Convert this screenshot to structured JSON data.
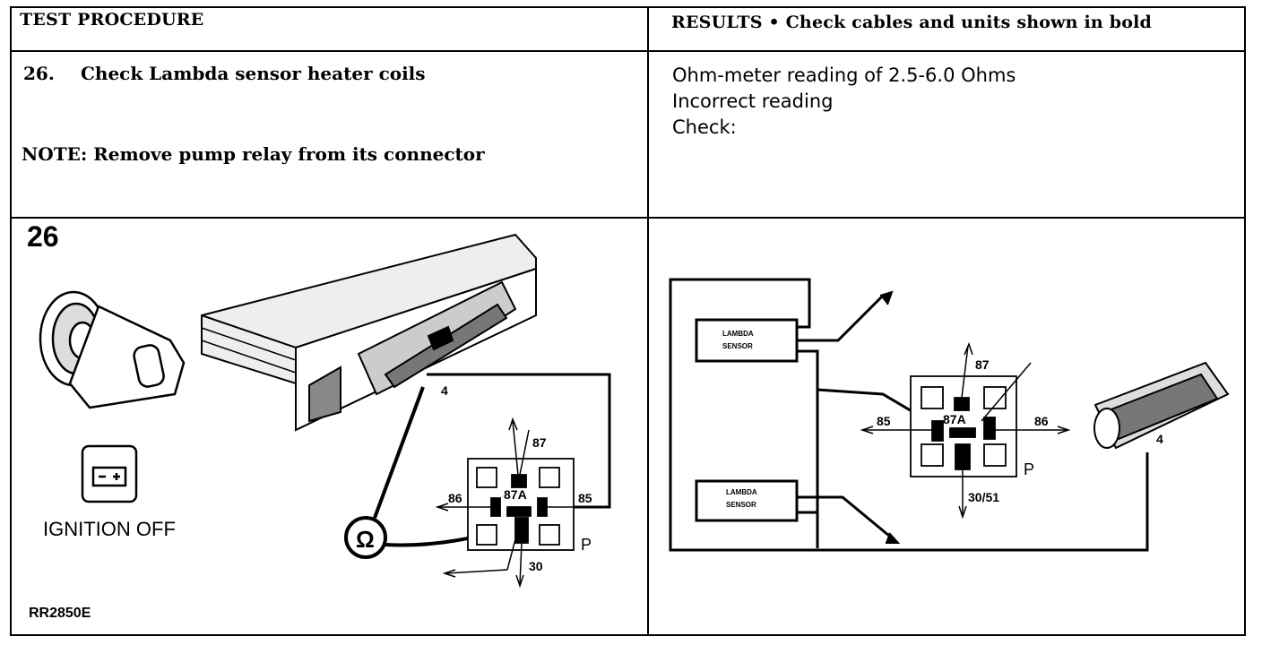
{
  "header": {
    "left": "TEST PROCEDURE",
    "right": "RESULTS • Check cables and units shown in bold"
  },
  "step": {
    "number": "26.",
    "title": "Check Lambda sensor heater coils",
    "note": "NOTE: Remove pump relay from its connector"
  },
  "results": {
    "lines": [
      "Ohm-meter reading of 2.5-6.0 Ohms",
      "Incorrect reading",
      "Check:"
    ]
  },
  "left_figure": {
    "number": "26",
    "ignition_label": "IGNITION OFF",
    "figure_code": "RR2850E",
    "pin_label": "4",
    "ohm_symbol": "Ω",
    "relay": {
      "t87": "87",
      "t87a": "87A",
      "t86": "86",
      "t85": "85",
      "t30": "30",
      "relay_label": "P"
    }
  },
  "right_figure": {
    "sensor_1": [
      "LAMBDA",
      "SENSOR"
    ],
    "sensor_2": [
      "LAMBDA",
      "SENSOR"
    ],
    "relay": {
      "t87": "87",
      "t87a": "87A",
      "t85": "85",
      "t86": "86",
      "t30": "30/51",
      "relay_label": "P"
    },
    "pin_label": "4"
  }
}
